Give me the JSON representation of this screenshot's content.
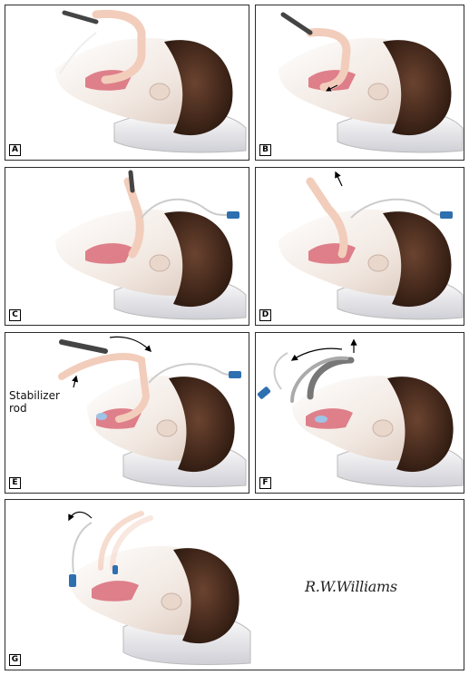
{
  "panels": [
    {
      "label": "A"
    },
    {
      "label": "B"
    },
    {
      "label": "C"
    },
    {
      "label": "D"
    },
    {
      "label": "E",
      "callout": "Stabilizer\nrod"
    },
    {
      "label": "F"
    },
    {
      "label": "G",
      "signature": "R.W.Williams"
    }
  ],
  "colors": {
    "skin": "#f0e6df",
    "hair": "#4a2d1f",
    "pillow": "#e9e9ee",
    "tube": "#f2cdbb",
    "mouth": "#d55a6a",
    "connector": "#2e6fb0",
    "border": "#2b2b2b"
  }
}
